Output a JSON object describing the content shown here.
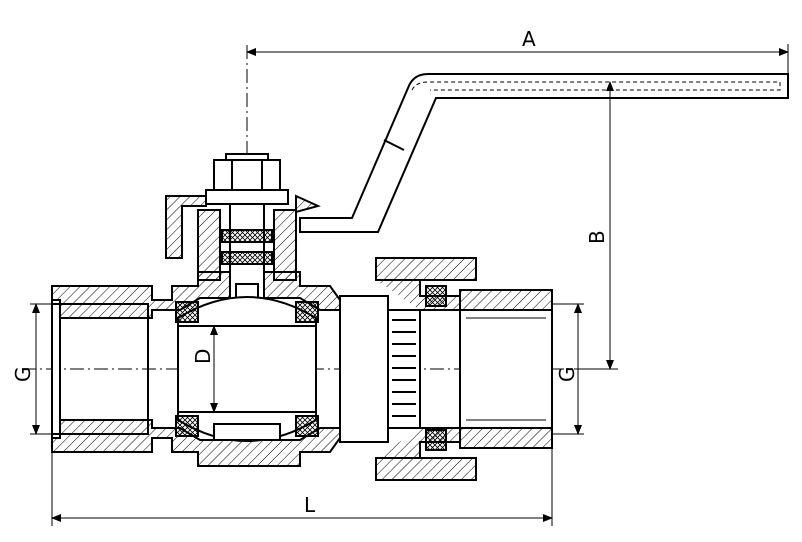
{
  "drawing": {
    "stroke_color": "#000000",
    "background": "#ffffff",
    "hatch_color": "#000000"
  },
  "labels": {
    "A": "A",
    "B": "B",
    "L": "L",
    "D": "D",
    "G_left": "G",
    "G_right": "G"
  }
}
